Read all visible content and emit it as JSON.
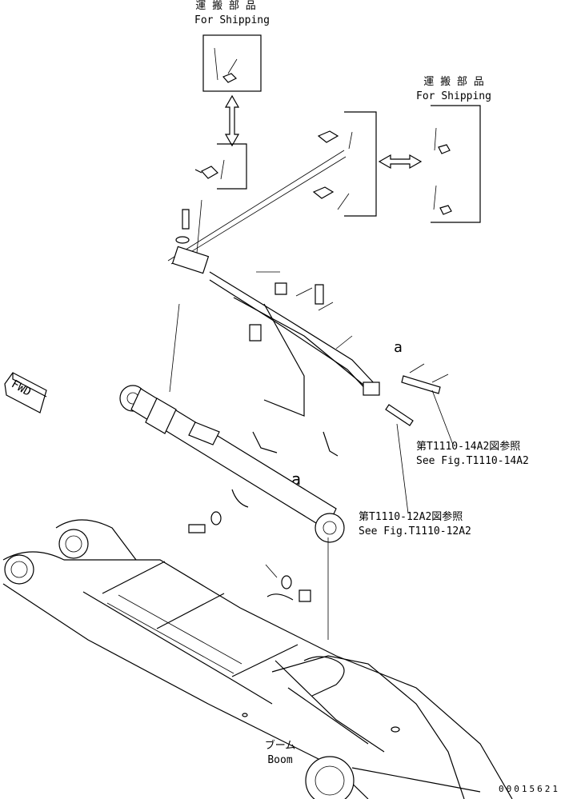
{
  "shipping_note_top": {
    "jp": "運 搬 部 品",
    "en": "For Shipping"
  },
  "shipping_note_right": {
    "jp": "運 搬 部 品",
    "en": "For Shipping"
  },
  "fwd_label": "FWD",
  "detail_marker": "a",
  "reference_1": {
    "jp": "第T1110-14A2図参照",
    "en": "See Fig.T1110-14A2"
  },
  "reference_2": {
    "jp": "第T1110-12A2図参照",
    "en": "See Fig.T1110-12A2"
  },
  "boom_label": {
    "jp": "ブーム",
    "en": "Boom"
  },
  "drawing_number": "00015621"
}
